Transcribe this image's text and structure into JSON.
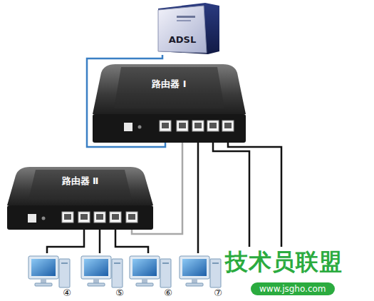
{
  "diagram": {
    "nodes": [
      {
        "text": [
          "ADSL"
        ]
      },
      {
        "text": [
          "路由器 Ⅰ"
        ]
      },
      {
        "text": [
          "路由器 Ⅱ"
        ]
      },
      {
        "text": [
          "④"
        ]
      },
      {
        "text": [
          "⑤"
        ]
      },
      {
        "text": [
          "⑥"
        ]
      },
      {
        "text": [
          "⑦"
        ]
      }
    ],
    "edges": [
      {
        "from": 0,
        "to": 1,
        "arrow": "none"
      },
      {
        "from": 1,
        "to": 2,
        "arrow": "none"
      },
      {
        "from": 2,
        "to": 3,
        "arrow": "none"
      },
      {
        "from": 2,
        "to": 4,
        "arrow": "none"
      },
      {
        "from": 2,
        "to": 5,
        "arrow": "none"
      },
      {
        "from": 1,
        "to": 6,
        "arrow": "none"
      }
    ],
    "labels": [
      "技术员联盟",
      "www.jsgho.com"
    ]
  }
}
